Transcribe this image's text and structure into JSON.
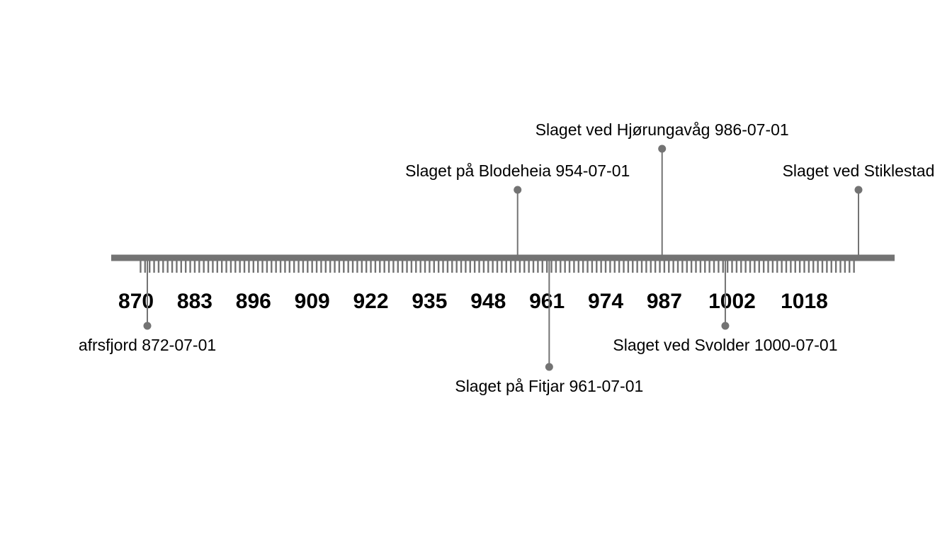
{
  "chart_data": {
    "type": "timeline",
    "title": "",
    "xlabel": "",
    "ylabel": "",
    "x_range": [
      866,
      1030
    ],
    "minor_tick_range": [
      871,
      1029
    ],
    "tick_labels": [
      "870",
      "883",
      "896",
      "909",
      "922",
      "935",
      "948",
      "961",
      "974",
      "987",
      "1002",
      "1018"
    ],
    "tick_values": [
      870.0,
      883.0,
      896.0,
      909.0,
      922.0,
      935.0,
      948.0,
      961.0,
      974.0,
      987.0,
      1002.0,
      1018.0
    ],
    "events": [
      {
        "label": "afrsfjord 872-07-01",
        "date": 872.5,
        "side": "below",
        "level": 1
      },
      {
        "label": "Slaget på Blodeheia 954-07-01",
        "date": 954.5,
        "side": "above",
        "level": 1
      },
      {
        "label": "Slaget på Fitjar 961-07-01",
        "date": 961.5,
        "side": "below",
        "level": 2
      },
      {
        "label": "Slaget ved Hjørungavåg 986-07-01",
        "date": 986.5,
        "side": "above",
        "level": 2
      },
      {
        "label": "Slaget ved Svolder 1000-07-01",
        "date": 1000.5,
        "side": "below",
        "level": 1
      },
      {
        "label": "Slaget ved Stiklestad",
        "date": 1030,
        "side": "above",
        "level": 1
      }
    ],
    "colors": {
      "line": "#737373",
      "text": "#000000"
    }
  }
}
